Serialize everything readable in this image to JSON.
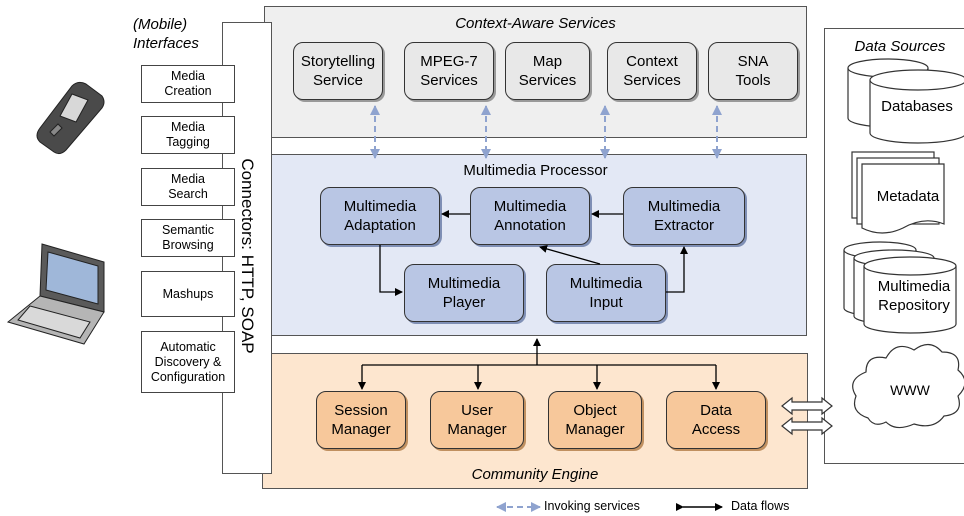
{
  "interfaces": {
    "title": "(Mobile)\nInterfaces",
    "items": [
      "Media\nCreation",
      "Media\nTagging",
      "Media\nSearch",
      "Semantic\nBrowsing",
      "Mashups",
      "Automatic\nDiscovery &\nConfiguration"
    ]
  },
  "connectors": {
    "label": "Connectors: HTTP, SOAP"
  },
  "context_services": {
    "title": "Context-Aware Services",
    "items": [
      "Storytelling\nService",
      "MPEG-7\nServices",
      "Map\nServices",
      "Context\nServices",
      "SNA\nTools"
    ]
  },
  "multimedia_processor": {
    "title": "Multimedia Processor",
    "adaptation": "Multimedia\nAdaptation",
    "annotation": "Multimedia\nAnnotation",
    "extractor": "Multimedia\nExtractor",
    "player": "Multimedia\nPlayer",
    "input": "Multimedia\nInput"
  },
  "community_engine": {
    "title": "Community Engine",
    "items": [
      "Session\nManager",
      "User\nManager",
      "Object\nManager",
      "Data\nAccess"
    ]
  },
  "data_sources": {
    "title": "Data Sources",
    "databases": "Databases",
    "metadata": "Metadata",
    "repository": "Multimedia\nRepository",
    "www": "WWW"
  },
  "legend": {
    "invoking": "Invoking services",
    "dataflows": "Data flows"
  },
  "colors": {
    "context_bg": "#efefef",
    "processor_bg": "#e3e8f5",
    "engine_bg": "#fde6cf",
    "dashed_arrow": "#8fa3cf"
  }
}
